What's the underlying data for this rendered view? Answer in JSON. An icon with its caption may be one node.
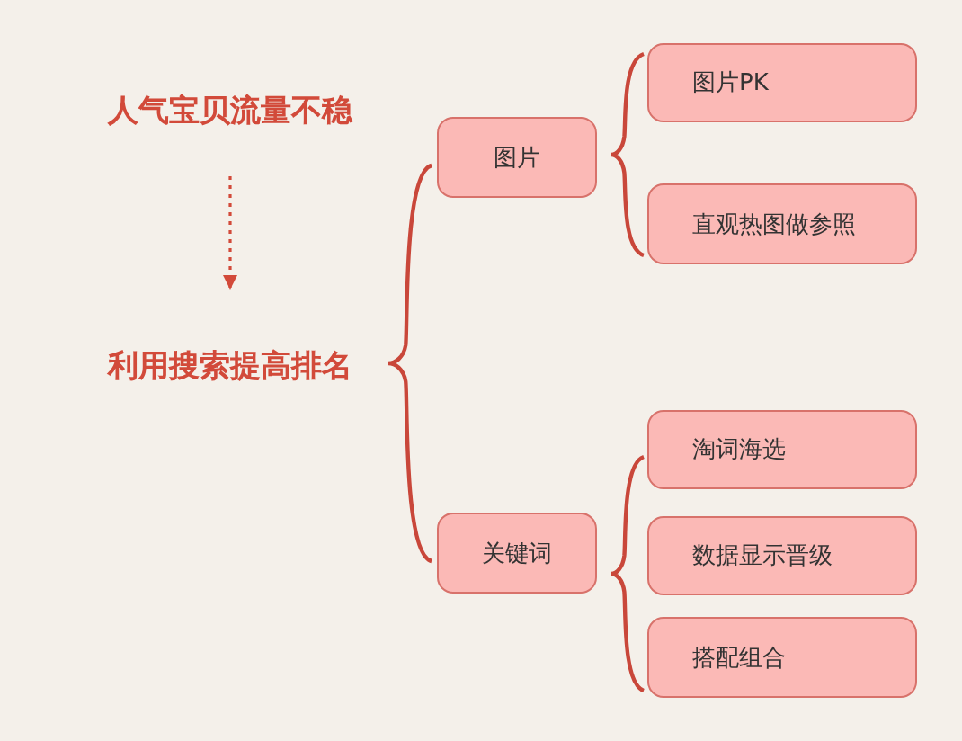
{
  "diagram": {
    "nodes": [
      {
        "text": [
          "人气宝贝流量不稳"
        ]
      },
      {
        "text": [
          "利用搜索提高排名"
        ]
      },
      {
        "text": [
          "图片"
        ]
      },
      {
        "text": [
          "图片PK"
        ]
      },
      {
        "text": [
          "直观热图做参照"
        ]
      },
      {
        "text": [
          "关键词"
        ]
      },
      {
        "text": [
          "淘词海选"
        ]
      },
      {
        "text": [
          "数据显示晋级"
        ]
      },
      {
        "text": [
          "搭配组合"
        ]
      }
    ],
    "edges": [
      {
        "from": 0,
        "to": 1,
        "arrow": "to",
        "style": "dashed"
      }
    ]
  }
}
